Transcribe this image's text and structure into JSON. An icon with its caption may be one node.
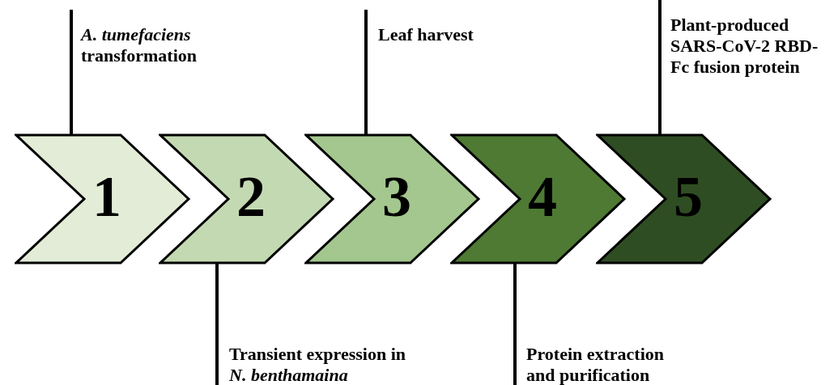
{
  "diagram": {
    "nodes": [
      {
        "text": [
          "1"
        ]
      },
      {
        "text": [
          "2"
        ]
      },
      {
        "text": [
          "3"
        ]
      },
      {
        "text": [
          "4"
        ]
      },
      {
        "text": [
          "5"
        ]
      },
      {
        "text": [
          "*A. tumefaciens* transformation"
        ]
      },
      {
        "text": [
          "Transient expression in *N. benthamaina*"
        ]
      },
      {
        "text": [
          "Leaf harvest"
        ]
      },
      {
        "text": [
          "Protein extraction and purification"
        ]
      },
      {
        "text": [
          "Plant-produced SARS-CoV-2 RBD-Fc fusion protein"
        ]
      }
    ],
    "edges": [
      {
        "from": 5,
        "to": 0,
        "arrow": "none"
      },
      {
        "from": 6,
        "to": 1,
        "arrow": "none"
      },
      {
        "from": 7,
        "to": 2,
        "arrow": "none"
      },
      {
        "from": 8,
        "to": 3,
        "arrow": "none"
      },
      {
        "from": 9,
        "to": 4,
        "arrow": "none"
      }
    ]
  }
}
